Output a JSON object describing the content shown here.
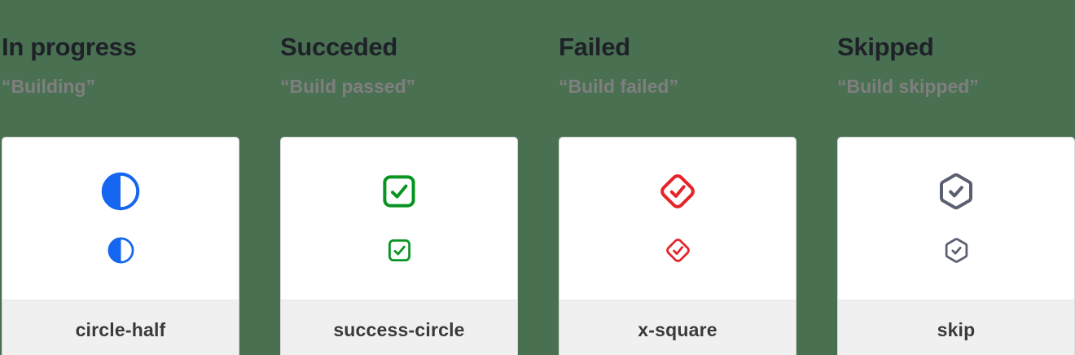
{
  "page": {
    "background_color": "#4a7052",
    "card_border_color": "#d9d9d9",
    "card_footer_color": "#f0f0f0",
    "title_color": "#1e2228",
    "subtitle_color": "#7f7f7f",
    "label_color": "#3a3a3a"
  },
  "columns": [
    {
      "title": "In progress",
      "subtitle": "“Building”",
      "icon": "circle-half-icon",
      "icon_color": "#1566f0",
      "label": "circle-half"
    },
    {
      "title": "Succeded",
      "subtitle": "“Build passed”",
      "icon": "square-check-icon",
      "icon_color": "#089421",
      "label": "success-circle"
    },
    {
      "title": "Failed",
      "subtitle": "“Build failed”",
      "icon": "diamond-check-icon",
      "icon_color": "#e5242a",
      "label": "x-square"
    },
    {
      "title": "Skipped",
      "subtitle": "“Build skipped”",
      "icon": "hexagon-check-icon",
      "icon_color": "#5a6070",
      "label": "skip"
    }
  ]
}
